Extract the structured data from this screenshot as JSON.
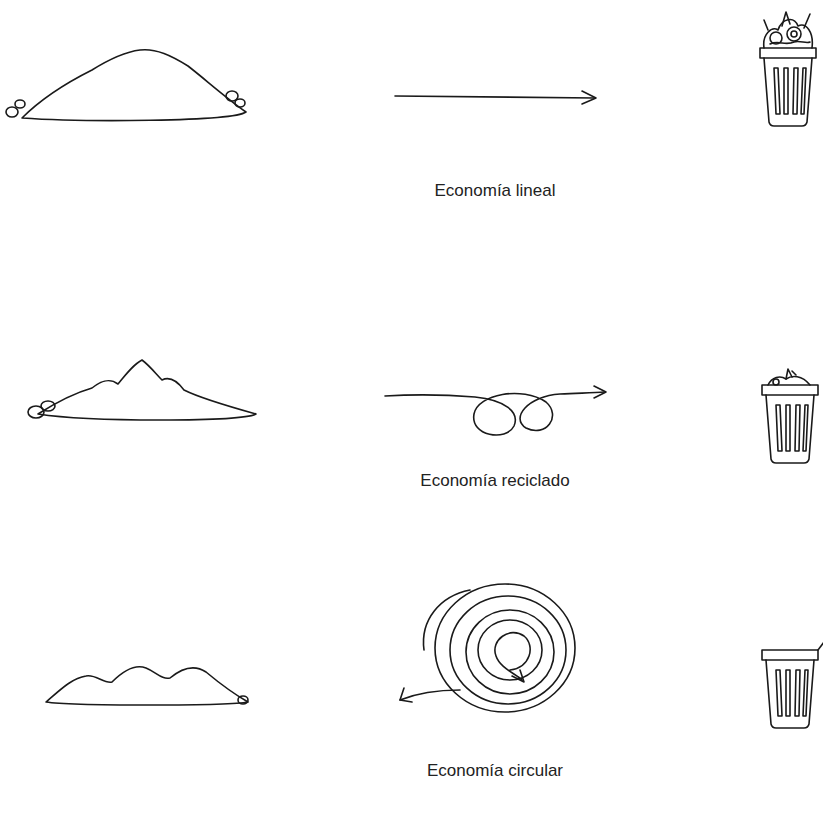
{
  "diagram": {
    "labels": [
      "Economía lineal",
      "Economía reciclado",
      "Economía circular"
    ]
  }
}
